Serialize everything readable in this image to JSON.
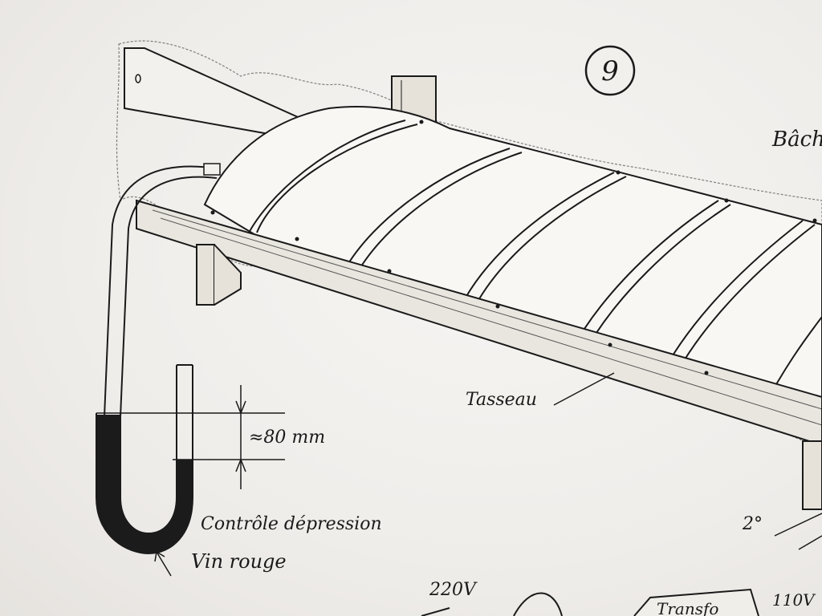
{
  "figure": {
    "number": "9",
    "labels": {
      "top_right": "Bâch",
      "batten": "Tasseau",
      "level_diff": "≈80 mm",
      "vacuum_check": "Contrôle dépression",
      "liquid": "Vin rouge",
      "angle": "2°",
      "mains_voltage": "220V",
      "transformer": "Transfo",
      "low_voltage": "110V"
    }
  },
  "colors": {
    "paper": "#efedea",
    "ink": "#1a1a1a",
    "wood": "#e9e6e0"
  }
}
